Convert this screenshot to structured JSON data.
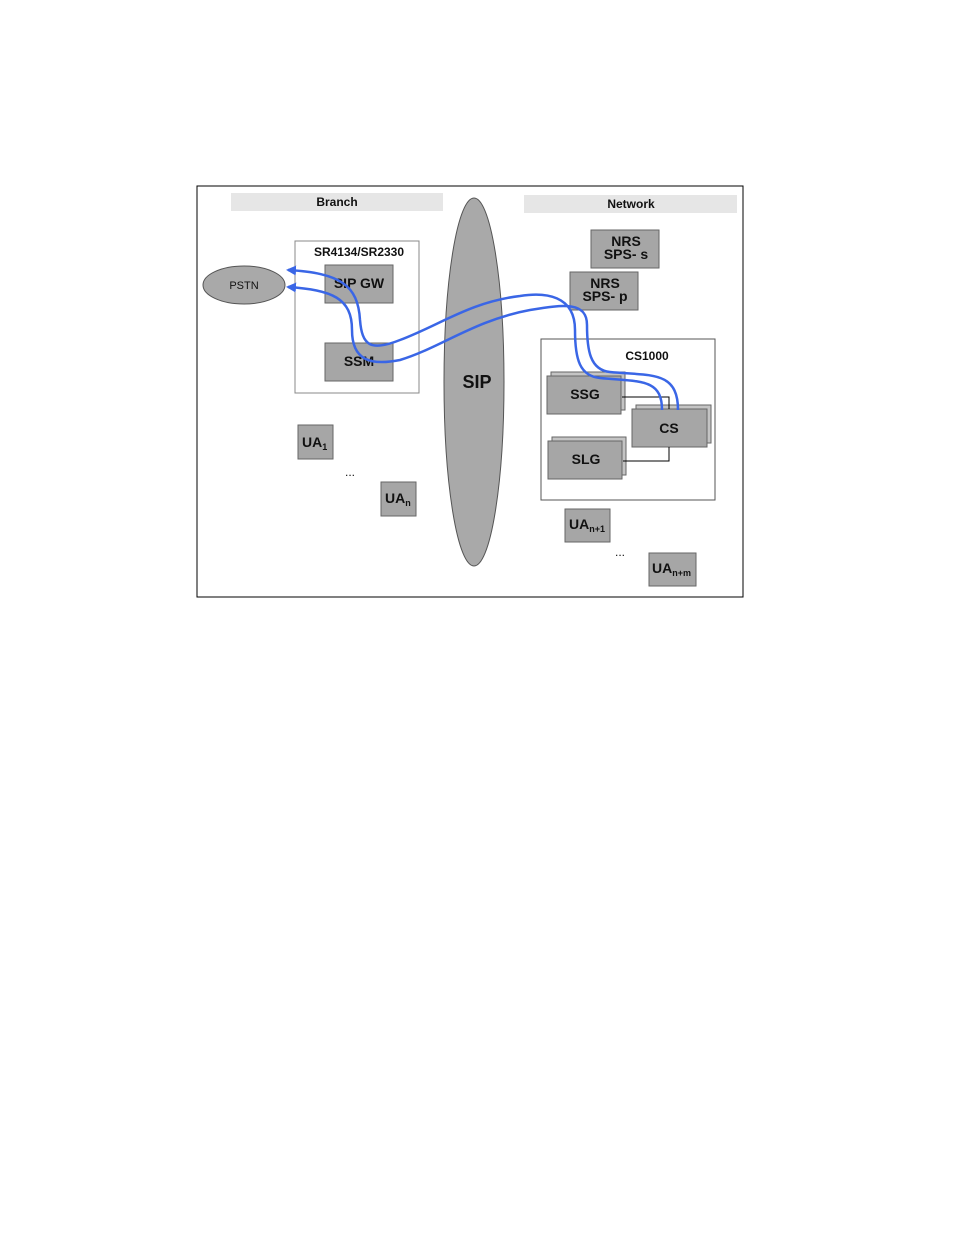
{
  "diagram": {
    "headers": {
      "branch": "Branch",
      "network": "Network"
    },
    "branch": {
      "router_label": "SR4134/SR2330",
      "pstn": "PSTN",
      "sip_gw": "SIP GW",
      "ssm": "SSM",
      "ua1": {
        "base": "UA",
        "sub": "1"
      },
      "ellipsis": "...",
      "uan": {
        "base": "UA",
        "sub": "n"
      }
    },
    "cloud": {
      "label": "SIP"
    },
    "network": {
      "nrs_s": {
        "line1": "NRS",
        "line2": "SPS- s"
      },
      "nrs_p": {
        "line1": "NRS",
        "line2": "SPS- p"
      },
      "cs1000": "CS1000",
      "ssg": "SSG",
      "cs": "CS",
      "slg": "SLG",
      "ua_n1": {
        "base": "UA",
        "sub": "n+1"
      },
      "ellipsis": "...",
      "ua_nm": {
        "base": "UA",
        "sub": "n+m"
      }
    },
    "colors": {
      "flow": "#3a66e6",
      "box_fill": "#a6a6a6",
      "header_fill": "#e6e6e6",
      "cloud_fill": "#a9a9a9"
    }
  }
}
